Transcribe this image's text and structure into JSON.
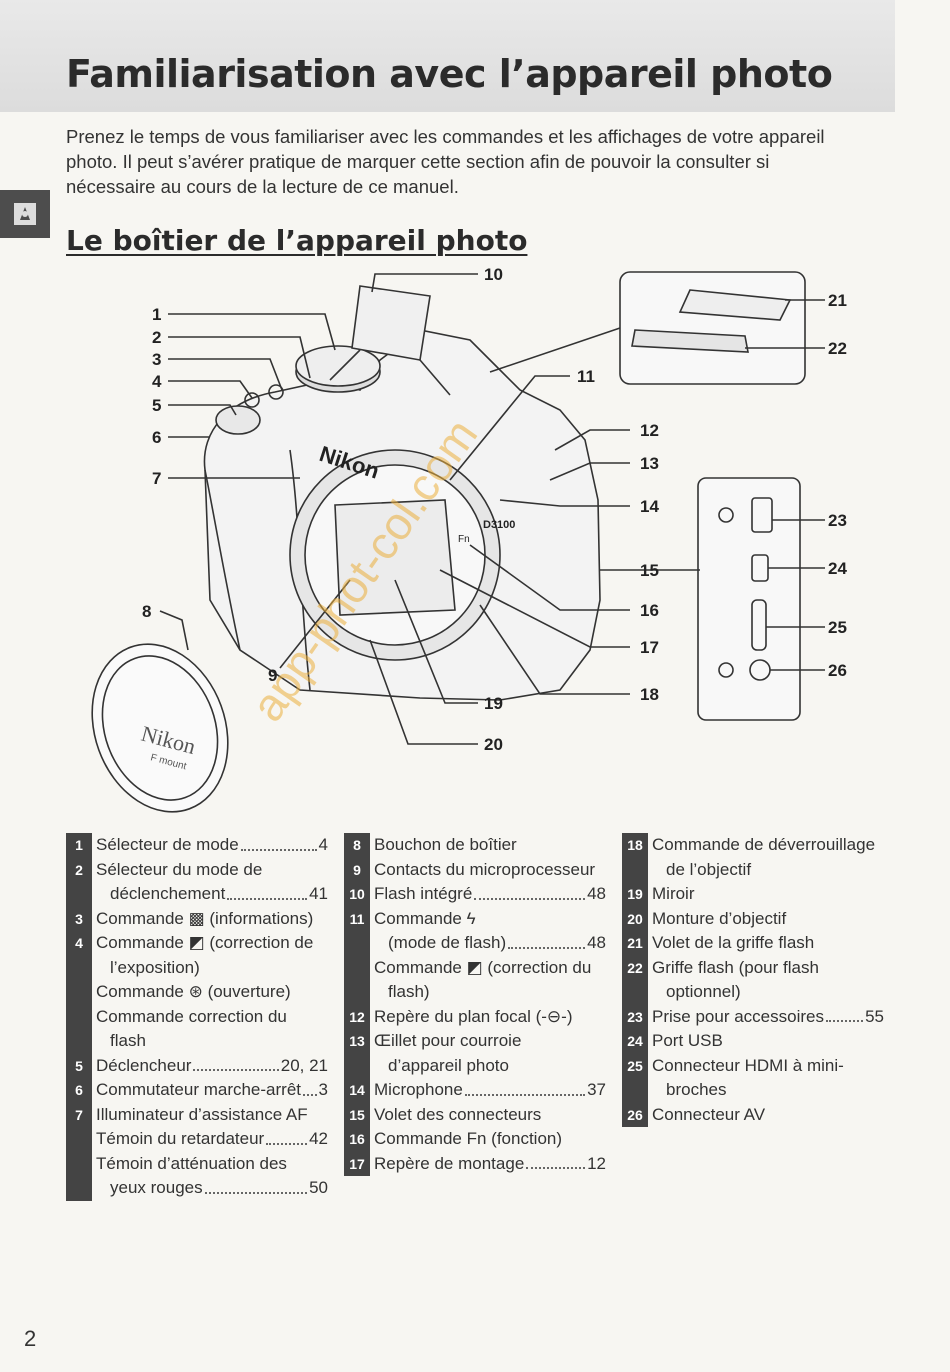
{
  "page": {
    "title": "Familiarisation avec l’appareil photo",
    "intro": "Prenez le temps de vous familiariser avec les commandes et les affichages de votre appareil photo. Il peut s’avérer pratique de marquer cette section afin de pouvoir la consulter si nécessaire au cours de la lecture de ce manuel.",
    "section_title": "Le boîtier de l’appareil photo",
    "page_number": "2",
    "watermark": "app-phot-col.com",
    "side_tab_icon": "beginner-icon"
  },
  "diagram": {
    "brand_text": "Nikon",
    "model_text": "D3100",
    "cap_brand": "Nikon",
    "cap_mount": "F mount",
    "fn_label": "Fn",
    "callouts": [
      "1",
      "2",
      "3",
      "4",
      "5",
      "6",
      "7",
      "8",
      "9",
      "10",
      "11",
      "12",
      "13",
      "14",
      "15",
      "16",
      "17",
      "18",
      "19",
      "20",
      "21",
      "22",
      "23",
      "24",
      "25",
      "26"
    ]
  },
  "legend": {
    "col1": [
      {
        "num": "1",
        "lines": [
          {
            "t": "Sélecteur de mode",
            "r": "4"
          }
        ]
      },
      {
        "num": "2",
        "lines": [
          {
            "t": "Sélecteur du mode de"
          },
          {
            "t": "déclenchement",
            "r": "41",
            "i": true
          }
        ]
      },
      {
        "num": "3",
        "lines": [
          {
            "t": "Commande ▩ (informations)"
          }
        ]
      },
      {
        "num": "4",
        "lines": [
          {
            "t": "Commande ◩ (correction de"
          },
          {
            "t": "l’exposition)",
            "i": true
          },
          {
            "t": "Commande ⊛ (ouverture)"
          },
          {
            "t": "Commande correction du"
          },
          {
            "t": "flash",
            "i": true
          }
        ]
      },
      {
        "num": "5",
        "lines": [
          {
            "t": "Déclencheur",
            "r": "20, 21"
          }
        ]
      },
      {
        "num": "6",
        "lines": [
          {
            "t": "Commutateur marche-arrêt",
            "r": "3"
          }
        ]
      },
      {
        "num": "7",
        "lines": [
          {
            "t": "Illuminateur d’assistance AF"
          },
          {
            "t": "Témoin du retardateur",
            "r": "42"
          },
          {
            "t": "Témoin d’atténuation des"
          },
          {
            "t": "yeux rouges",
            "r": "50",
            "i": true
          }
        ]
      }
    ],
    "col2": [
      {
        "num": "8",
        "lines": [
          {
            "t": "Bouchon de boîtier"
          }
        ]
      },
      {
        "num": "9",
        "lines": [
          {
            "t": "Contacts du microprocesseur"
          }
        ]
      },
      {
        "num": "10",
        "lines": [
          {
            "t": "Flash intégré",
            "r": "48"
          }
        ]
      },
      {
        "num": "11",
        "lines": [
          {
            "t": "Commande ϟ"
          },
          {
            "t": "(mode de flash)",
            "r": "48",
            "i": true
          },
          {
            "t": "Commande ◩ (correction du"
          },
          {
            "t": "flash)",
            "i": true
          }
        ]
      },
      {
        "num": "12",
        "lines": [
          {
            "t": "Repère du plan focal (-⊖-)"
          }
        ]
      },
      {
        "num": "13",
        "lines": [
          {
            "t": "Œillet pour courroie"
          },
          {
            "t": "d’appareil photo",
            "i": true
          }
        ]
      },
      {
        "num": "14",
        "lines": [
          {
            "t": "Microphone",
            "r": "37"
          }
        ]
      },
      {
        "num": "15",
        "lines": [
          {
            "t": "Volet des connecteurs"
          }
        ]
      },
      {
        "num": "16",
        "lines": [
          {
            "t": "Commande Fn (fonction)"
          }
        ]
      },
      {
        "num": "17",
        "lines": [
          {
            "t": "Repère de montage",
            "r": "12"
          }
        ]
      }
    ],
    "col3": [
      {
        "num": "18",
        "lines": [
          {
            "t": "Commande de déverrouillage"
          },
          {
            "t": "de l’objectif",
            "i": true
          }
        ]
      },
      {
        "num": "19",
        "lines": [
          {
            "t": "Miroir"
          }
        ]
      },
      {
        "num": "20",
        "lines": [
          {
            "t": "Monture d’objectif"
          }
        ]
      },
      {
        "num": "21",
        "lines": [
          {
            "t": "Volet de la griffe flash"
          }
        ]
      },
      {
        "num": "22",
        "lines": [
          {
            "t": "Griffe flash (pour flash"
          },
          {
            "t": "optionnel)",
            "i": true
          }
        ]
      },
      {
        "num": "23",
        "lines": [
          {
            "t": "Prise pour accessoires",
            "r": "55"
          }
        ]
      },
      {
        "num": "24",
        "lines": [
          {
            "t": "Port USB"
          }
        ]
      },
      {
        "num": "25",
        "lines": [
          {
            "t": "Connecteur HDMI à mini-"
          },
          {
            "t": "broches",
            "i": true
          }
        ]
      },
      {
        "num": "26",
        "lines": [
          {
            "t": "Connecteur AV"
          }
        ]
      }
    ]
  },
  "colors": {
    "badge": "#444444",
    "accent_watermark": "#ebaf3c",
    "title_band": "#e0e0e0"
  }
}
